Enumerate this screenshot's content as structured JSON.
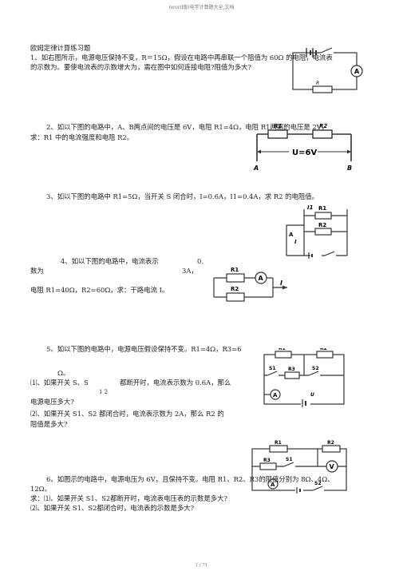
{
  "header": {
    "title": "(word版)电学计算题大全,文档"
  },
  "doc_title": "欧姆定律计算练习题",
  "q1": {
    "line1": "1、如右图所示，电源电压保持不变，R＝15Ω，假设在电路中再串联一个阻值为 60Ω 的电阻，电流表",
    "line2": "的示数为。要使电流表的示数增大为，需在图中如何连接电阻?阻值为多大?",
    "fig_label_r": "R",
    "fig_label_a": "A"
  },
  "q2": {
    "line1": "2、如以下图的电路中，A、B两点间的电压是 6V，电阻 R1=4Ω，电阻 R1两端的电压是 2V，",
    "line2": "求：R1 中的电流强度和电阻     R2。",
    "fig_r1": "R1",
    "fig_r2": "R2",
    "fig_u": "U=6V",
    "fig_a": "A",
    "fig_b": "B"
  },
  "q3": {
    "line1": "3、如以下图的电路中 R1=5Ω，当开关 S 闭合时，I=0.6A，I1=0.4A，求 R2 的电阻值。",
    "fig_i1": "I1",
    "fig_r1": "R1",
    "fig_r2": "R2",
    "fig_a": "A",
    "fig_i": "I"
  },
  "q4": {
    "line1a": "4、如以下图的电路中，电流表示",
    "line1b": "0.",
    "line2a": "数为",
    "line2b": "3A，",
    "line3": "电阻 R1=40Ω，R2=60Ω，求：干路电流   I。",
    "fig_r1": "R1",
    "fig_r2": "R2",
    "fig_a": "A",
    "fig_i": "I"
  },
  "q5": {
    "line1": "5、如以下图的电路中，电源电压假设保持不变。R1=4Ω，R3=6",
    "line2": "Ω。",
    "line3a": "⑴、如果开关 S、S",
    "line3b": "都断开时，电流表示数为    0.6A，那么",
    "line3sub": "1     2",
    "line4": "电源电压多大?",
    "line5": "⑵、如果开关 S1、S2 都闭合时，电流表示数为     2A，那么 R2 的",
    "line6": "阻值是多大?",
    "fig_r1": "R1",
    "fig_r2": "R2",
    "fig_r3": "R3",
    "fig_s1": "S1",
    "fig_s2": "S2",
    "fig_a": "A",
    "fig_u": "U"
  },
  "q6": {
    "line1": "6、如图示的电路中，电源电压为 6V，且保持不变。电阻 R1、R2、R3的阻值分别为 8Ω、4Ω、",
    "line2": "12Ω。",
    "line3": "求：⑴、如果开关 S1、S2都断开时，电流表电压表的示数是多大?",
    "line4": "⑵、如果开关 S1、S2都闭合时，电流表的示数是多大?",
    "fig_r1": "R1",
    "fig_r2": "R2",
    "fig_r3": "R3",
    "fig_s1": "S1",
    "fig_s2": "S2",
    "fig_a": "A",
    "fig_v": "V"
  },
  "footer": {
    "page": "1 / 71"
  }
}
